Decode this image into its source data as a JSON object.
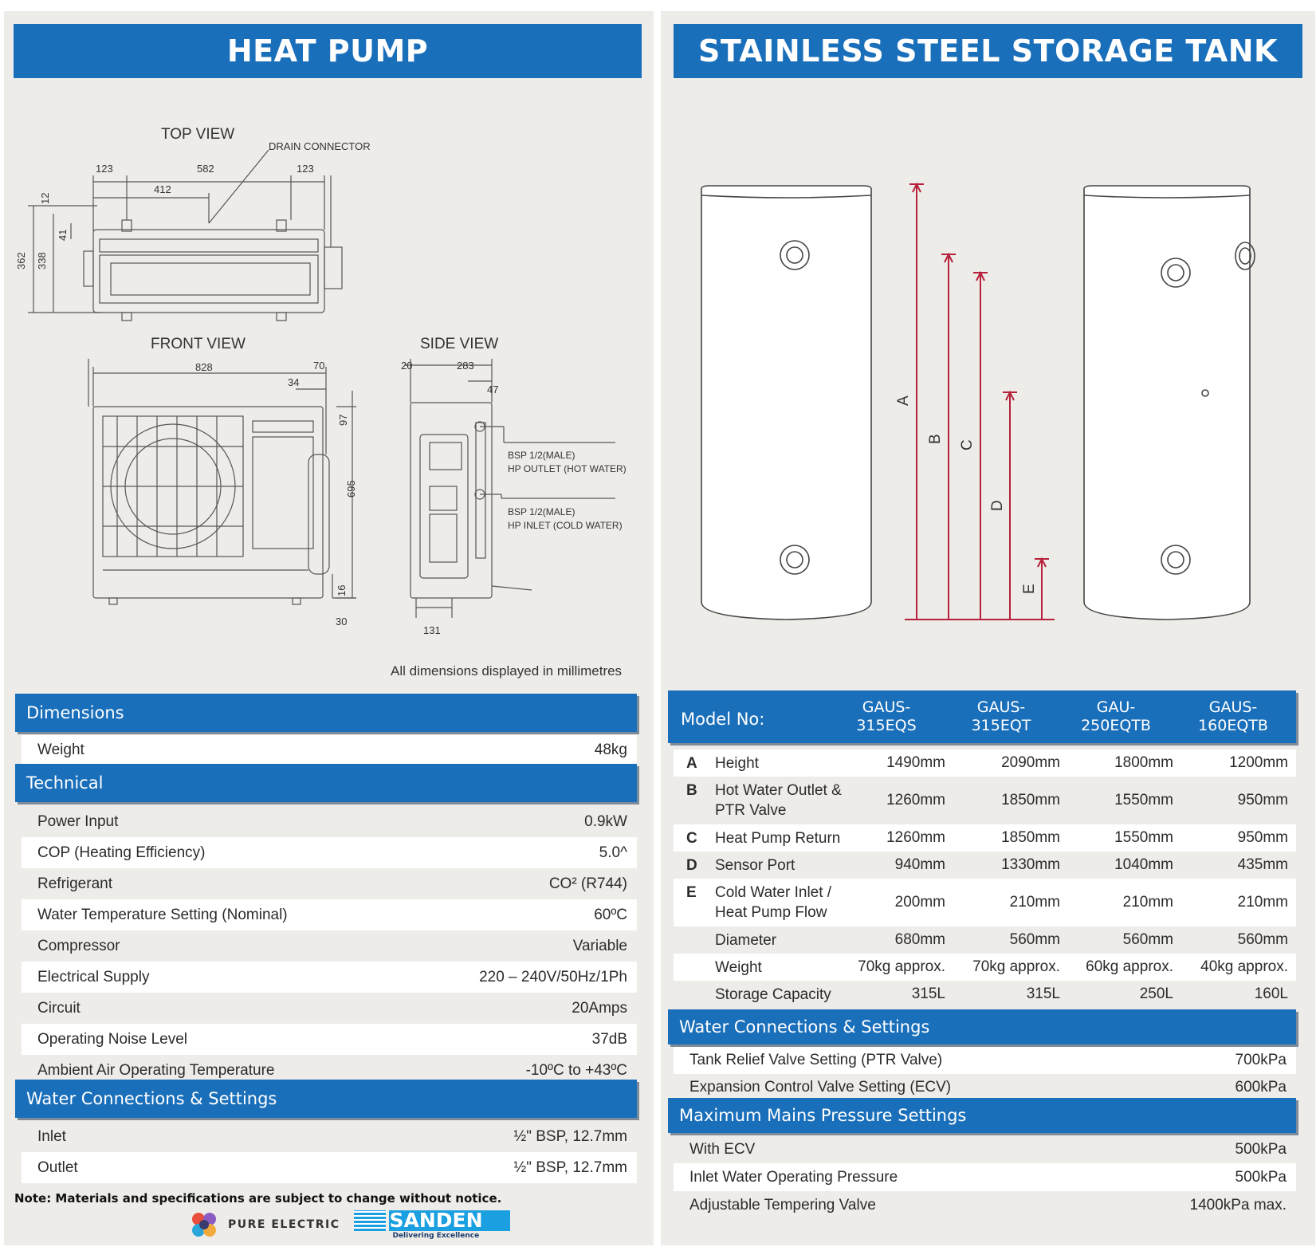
{
  "left": {
    "title": "HEAT PUMP",
    "diagram": {
      "top_view": "TOP VIEW",
      "front_view": "FRONT VIEW",
      "side_view": "SIDE VIEW",
      "drain": "DRAIN CONNECTOR",
      "bsp1": "BSP 1/2(MALE)",
      "hp_outlet": "HP OUTLET (HOT WATER)",
      "bsp2": "BSP 1/2(MALE)",
      "hp_inlet": "HP INLET (COLD WATER)",
      "dims_top": [
        "123",
        "582",
        "123",
        "412",
        "12",
        "41",
        "362",
        "338"
      ],
      "dims_front": [
        "828",
        "70",
        "34",
        "97",
        "695",
        "16",
        "30"
      ],
      "dims_side": [
        "20",
        "283",
        "47",
        "131"
      ]
    },
    "units_note": "All dimensions displayed in millimetres",
    "sections": {
      "dimensions": "Dimensions",
      "technical": "Technical",
      "water": "Water Connections & Settings"
    },
    "dimensions_rows": [
      {
        "label": "Weight",
        "value": "48kg"
      }
    ],
    "technical_rows": [
      {
        "label": "Power Input",
        "value": "0.9kW"
      },
      {
        "label": "COP (Heating Efficiency)",
        "value": "5.0^"
      },
      {
        "label": "Refrigerant",
        "value": "CO² (R744)"
      },
      {
        "label": "Water Temperature Setting (Nominal)",
        "value": "60ºC"
      },
      {
        "label": "Compressor",
        "value": "Variable"
      },
      {
        "label": "Electrical Supply",
        "value": "220 – 240V/50Hz/1Ph"
      },
      {
        "label": "Circuit",
        "value": "20Amps"
      },
      {
        "label": "Operating Noise Level",
        "value": "37dB"
      },
      {
        "label": "Ambient Air Operating Temperature",
        "value": "-10ºC to +43ºC"
      }
    ],
    "water_rows": [
      {
        "label": "Inlet",
        "value": "½\" BSP, 12.7mm"
      },
      {
        "label": "Outlet",
        "value": "½\" BSP, 12.7mm"
      }
    ],
    "note": "Note: Materials and specifications are subject to change without notice.",
    "logo1": "PURE ELECTRIC",
    "logo2": "SANDEN",
    "logo2_tagline": "Delivering Excellence"
  },
  "right": {
    "title": "STAINLESS STEEL STORAGE TANK",
    "diagram": {
      "letters": [
        "A",
        "B",
        "C",
        "D",
        "E"
      ]
    },
    "table": {
      "header_label": "Model No:",
      "models": [
        {
          "line1": "GAUS-",
          "line2": "315EQS"
        },
        {
          "line1": "GAUS-",
          "line2": "315EQT"
        },
        {
          "line1": "GAU-",
          "line2": "250EQTB"
        },
        {
          "line1": "GAUS-",
          "line2": "160EQTB"
        }
      ],
      "rows": [
        {
          "letter": "A",
          "name": "Height",
          "values": [
            "1490mm",
            "2090mm",
            "1800mm",
            "1200mm"
          ]
        },
        {
          "letter": "B",
          "name": "Hot Water Outlet & PTR Valve",
          "name1": "Hot Water Outlet &",
          "name2": "PTR Valve",
          "values": [
            "1260mm",
            "1850mm",
            "1550mm",
            "950mm"
          ]
        },
        {
          "letter": "C",
          "name": "Heat Pump Return",
          "values": [
            "1260mm",
            "1850mm",
            "1550mm",
            "950mm"
          ]
        },
        {
          "letter": "D",
          "name": "Sensor Port",
          "values": [
            "940mm",
            "1330mm",
            "1040mm",
            "435mm"
          ]
        },
        {
          "letter": "E",
          "name": "Cold Water Inlet / Heat Pump Flow",
          "name1": "Cold Water Inlet /",
          "name2": "Heat Pump Flow",
          "values": [
            "200mm",
            "210mm",
            "210mm",
            "210mm"
          ]
        },
        {
          "letter": "",
          "name": "Diameter",
          "values": [
            "680mm",
            "560mm",
            "560mm",
            "560mm"
          ]
        },
        {
          "letter": "",
          "name": "Weight",
          "values": [
            "70kg approx.",
            "70kg approx.",
            "60kg approx.",
            "40kg approx."
          ]
        },
        {
          "letter": "",
          "name": "Storage Capacity",
          "values": [
            "315L",
            "315L",
            "250L",
            "160L"
          ]
        }
      ]
    },
    "sections": {
      "water": "Water Connections & Settings",
      "mains": "Maximum Mains Pressure Settings"
    },
    "water_rows": [
      {
        "label": "Tank Relief Valve Setting (PTR Valve)",
        "value": "700kPa"
      },
      {
        "label": "Expansion Control Valve Setting (ECV)",
        "value": "600kPa"
      }
    ],
    "mains_rows": [
      {
        "label": "With ECV",
        "value": "500kPa"
      },
      {
        "label": "Inlet Water Operating Pressure",
        "value": "500kPa"
      },
      {
        "label": "Adjustable Tempering Valve",
        "value": "1400kPa max."
      }
    ]
  },
  "colors": {
    "brand_blue": "#1a6fba",
    "panel_bg": "#eeece8",
    "dimension_red": "#b5213a"
  }
}
